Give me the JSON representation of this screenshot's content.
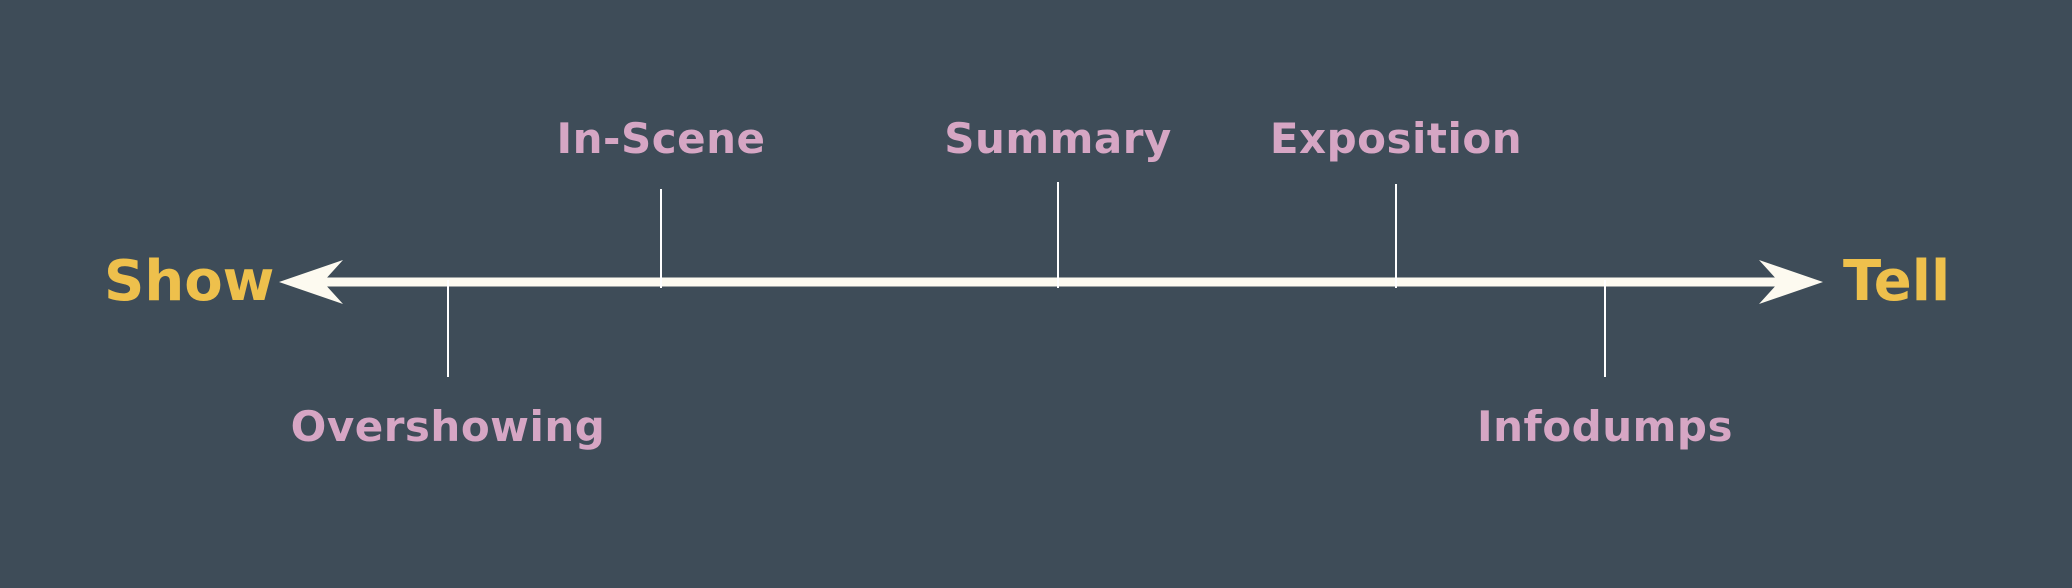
{
  "diagram": {
    "start_label": "Show",
    "end_label": "Tell",
    "points": [
      {
        "label": "Overshowing",
        "side": "below"
      },
      {
        "label": "In-Scene",
        "side": "above"
      },
      {
        "label": "Summary",
        "side": "above"
      },
      {
        "label": "Exposition",
        "side": "above"
      },
      {
        "label": "Infodumps",
        "side": "below"
      }
    ]
  },
  "colors": {
    "background": "#3e4c58",
    "endpoint_text": "#eec04c",
    "point_text": "#d6a6c4",
    "axis_line": "#fdfaf0",
    "tick_line": "#ffffff"
  }
}
